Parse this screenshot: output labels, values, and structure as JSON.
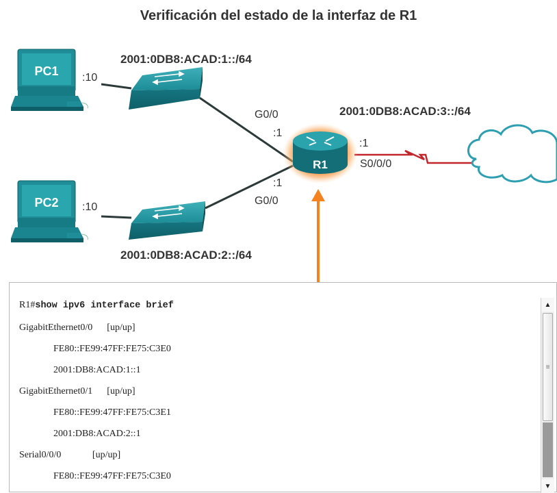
{
  "title": "Verificación del estado de la interfaz de R1",
  "topology": {
    "pc1": {
      "label": "PC1",
      "host_id": ":10"
    },
    "pc2": {
      "label": "PC2",
      "host_id": ":10"
    },
    "router": {
      "label": "R1"
    },
    "lan1": {
      "prefix": "2001:0DB8:ACAD:1::/64",
      "interface": "G0/0",
      "host_id": ":1"
    },
    "lan2": {
      "prefix": "2001:0DB8:ACAD:2::/64",
      "interface": "G0/0",
      "host_id": ":1"
    },
    "wan": {
      "prefix": "2001:0DB8:ACAD:3::/64",
      "interface": "S0/0/0",
      "host_id": ":1"
    }
  },
  "terminal": {
    "prompt": "R1#",
    "command": "show ipv6 interface brief",
    "lines": [
      "GigabitEthernet0/0      [up/up]",
      "FE80::FE99:47FF:FE75:C3E0",
      "2001:DB8:ACAD:1::1",
      "GigabitEthernet0/1      [up/up]",
      "FE80::FE99:47FF:FE75:C3E1",
      "2001:DB8:ACAD:2::1",
      "Serial0/0/0             [up/up]",
      "FE80::FE99:47FF:FE75:C3E0"
    ]
  },
  "colors": {
    "device_teal": "#1a8a95",
    "link_dark": "#2b3a38",
    "serial_link": "#c1272d",
    "highlight": "#f58220",
    "cloud_outline": "#2e9fb0"
  },
  "icons": [
    "pc-icon",
    "switch-icon",
    "router-icon",
    "cloud-icon",
    "serial-link-icon",
    "arrow-up-icon"
  ]
}
